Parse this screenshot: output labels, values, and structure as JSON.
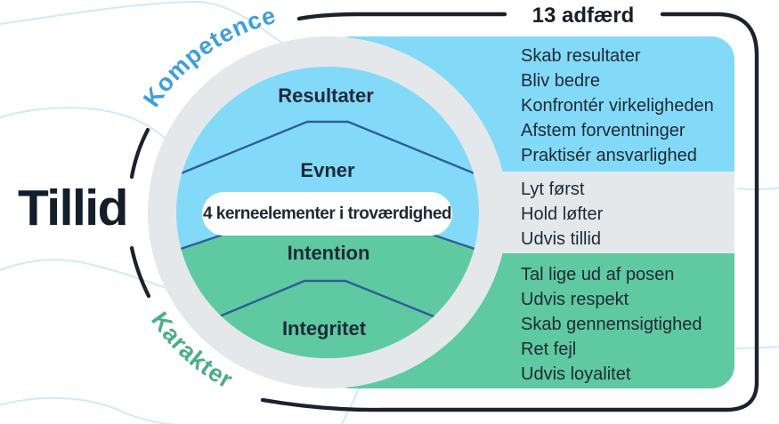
{
  "title": "Tillid",
  "bracket_label": "13 adfærd",
  "arc_labels": {
    "top": "Kompetence",
    "bottom": "Karakter"
  },
  "circle": {
    "segments": [
      "Resultater",
      "Evner",
      "Intention",
      "Integritet"
    ],
    "center_pill": "4 kerneelementer i troværdighed"
  },
  "behavior_groups": [
    {
      "id": "competence",
      "items": [
        "Skab resultater",
        "Bliv bedre",
        "Konfrontér virkeligheden",
        "Afstem forventninger",
        "Praktisér ansvarlighed"
      ]
    },
    {
      "id": "competence-and-character",
      "items": [
        "Lyt først",
        "Hold løfter",
        "Udvis tillid"
      ]
    },
    {
      "id": "character",
      "items": [
        "Tal lige ud af posen",
        "Udvis respekt",
        "Skab gennemsigtighed",
        "Ret fejl",
        "Udvis loyalitet"
      ]
    }
  ],
  "colors": {
    "competence_blue": "#83DAF8",
    "character_green": "#5FC9A1",
    "neutral_gray": "#E4E8EA",
    "divider_navy": "#2E5E95",
    "arc_top_text": "#3F9ED9",
    "arc_bottom_text": "#4BAE85",
    "ink_dark": "#19222D",
    "wave_blue": "#CFEAF9"
  }
}
